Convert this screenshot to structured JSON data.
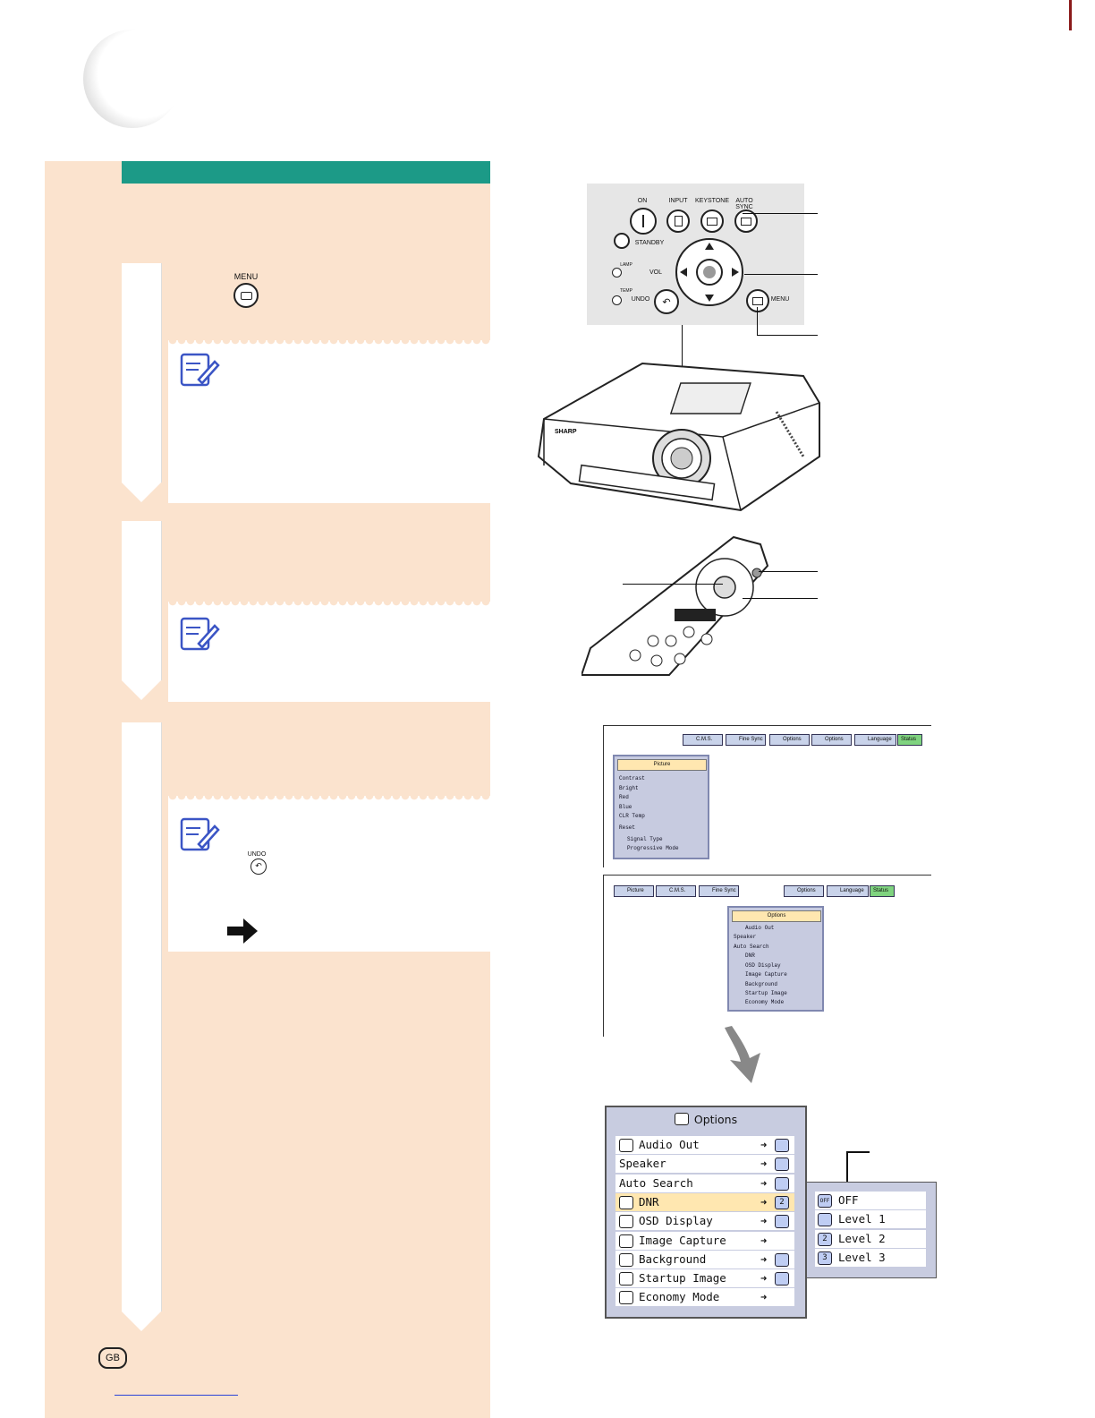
{
  "panel_buttons": {
    "on": "ON",
    "input": "INPUT",
    "keystone": "KEYSTONE",
    "auto_sync": "AUTO SYNC",
    "standby": "STANDBY",
    "lamp": "LAMP",
    "temp": "TEMP",
    "vol": "VOL",
    "undo": "UNDO",
    "menu": "MENU"
  },
  "step1": {
    "menu_label": "MENU"
  },
  "step3": {
    "undo_label": "UNDO"
  },
  "footer": {
    "region_badge": "GB"
  },
  "osd_top": {
    "tabs": [
      "C.M.S.",
      "Fine Sync",
      "Options",
      "Options",
      "Language",
      "Status"
    ],
    "menu_title": "Picture",
    "rows": [
      "Contrast",
      "Bright",
      "Red",
      "Blue",
      "CLR Temp",
      "Reset",
      "Signal Type",
      "Progressive Mode"
    ]
  },
  "osd_mid": {
    "tabs": [
      "Picture",
      "C.M.S.",
      "Fine Sync",
      "Options",
      "Language",
      "Status"
    ],
    "menu_title": "Options",
    "rows": [
      "Audio Out",
      "Speaker",
      "Auto Search",
      "DNR",
      "OSD Display",
      "Image Capture",
      "Background",
      "Startup Image",
      "Economy Mode"
    ]
  },
  "options_menu": {
    "title": "Options",
    "rows": [
      {
        "label": "Audio Out",
        "icon": "speaker-icon"
      },
      {
        "label": "Speaker",
        "icon": "none"
      },
      {
        "label": "Auto Search",
        "icon": "none"
      },
      {
        "label": "DNR",
        "icon": "dnr-icon",
        "selected": true
      },
      {
        "label": "OSD Display",
        "icon": "osd-icon"
      },
      {
        "label": "Image Capture",
        "icon": "capture-icon"
      },
      {
        "label": "Background",
        "icon": "b-icon"
      },
      {
        "label": "Startup Image",
        "icon": "s-icon"
      },
      {
        "label": "Economy Mode",
        "icon": "leaf-icon"
      }
    ],
    "dnr_value": "2",
    "submenu": [
      "OFF",
      "Level 1",
      "Level 2",
      "Level 3"
    ],
    "submenu_icons": [
      "OFF",
      "",
      "2",
      "3"
    ]
  },
  "colors": {
    "teal": "#1c9a87",
    "cream": "#fbe3ce",
    "osd_bg": "#c8cce0",
    "highlight": "#ffe7b0"
  }
}
